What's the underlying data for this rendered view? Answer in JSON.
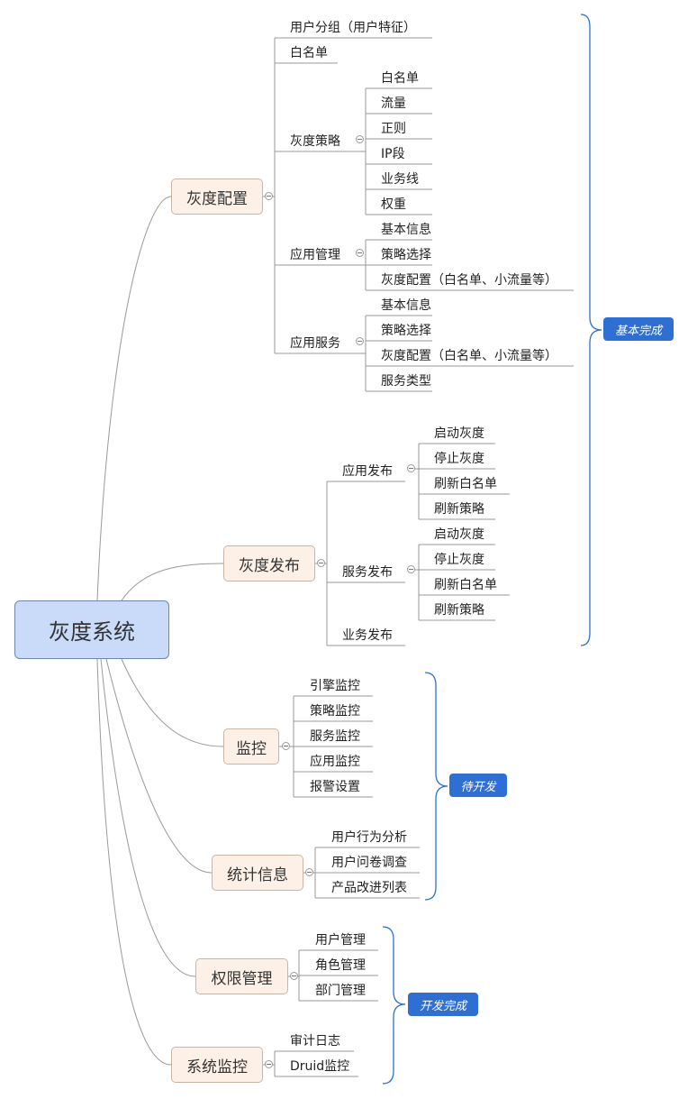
{
  "root": "灰度系统",
  "branches": {
    "config": {
      "label": "灰度配置",
      "groups": "用户分组（用户特征）",
      "whitelist": "白名单",
      "strategy": {
        "label": "灰度策略",
        "items": [
          "白名单",
          "流量",
          "正则",
          "IP段",
          "业务线",
          "权重"
        ]
      },
      "app_mgmt": {
        "label": "应用管理",
        "items": [
          "基本信息",
          "策略选择",
          "灰度配置（白名单、小流量等）"
        ]
      },
      "app_service": {
        "label": "应用服务",
        "items": [
          "基本信息",
          "策略选择",
          "灰度配置（白名单、小流量等）",
          "服务类型"
        ]
      }
    },
    "release": {
      "label": "灰度发布",
      "app_release": {
        "label": "应用发布",
        "items": [
          "启动灰度",
          "停止灰度",
          "刷新白名单",
          "刷新策略"
        ]
      },
      "service_release": {
        "label": "服务发布",
        "items": [
          "启动灰度",
          "停止灰度",
          "刷新白名单",
          "刷新策略"
        ]
      },
      "business_release": "业务发布"
    },
    "monitor": {
      "label": "监控",
      "items": [
        "引擎监控",
        "策略监控",
        "服务监控",
        "应用监控",
        "报警设置"
      ]
    },
    "stats": {
      "label": "统计信息",
      "items": [
        "用户行为分析",
        "用户问卷调查",
        "产品改进列表"
      ]
    },
    "permission": {
      "label": "权限管理",
      "items": [
        "用户管理",
        "角色管理",
        "部门管理"
      ]
    },
    "sysmon": {
      "label": "系统监控",
      "items": [
        "审计日志",
        "Druid监控"
      ]
    }
  },
  "summaries": {
    "basic_done": "基本完成",
    "pending": "待开发",
    "dev_done": "开发完成"
  },
  "colors": {
    "root_fill": "#c9dbf9",
    "main_fill": "#fdf1e7",
    "tag_fill": "#2f6fd1",
    "bracket": "#2f6fd1"
  }
}
